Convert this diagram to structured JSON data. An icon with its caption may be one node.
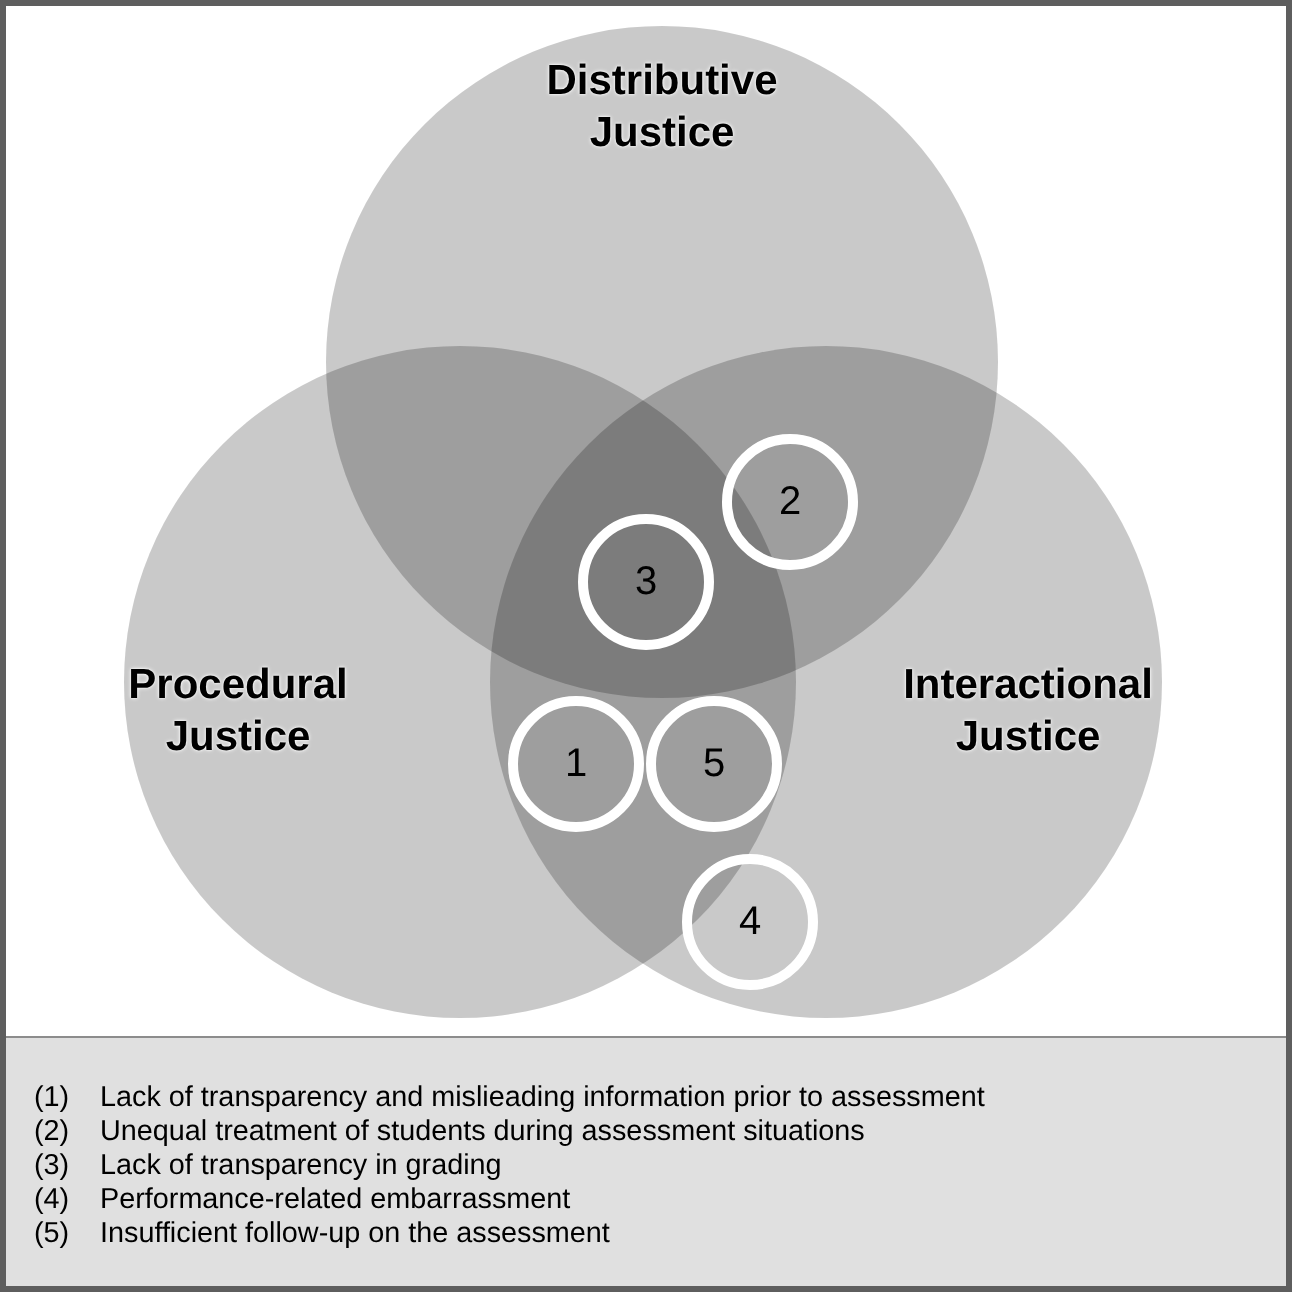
{
  "diagram": {
    "nodes": [
      {
        "text": [
          "Distributive Justice"
        ]
      },
      {
        "text": [
          "Procedural Justice"
        ]
      },
      {
        "text": [
          "Interactional Justice"
        ]
      },
      {
        "text": [
          "2"
        ]
      },
      {
        "text": [
          "3"
        ]
      },
      {
        "text": [
          "1"
        ]
      },
      {
        "text": [
          "5"
        ]
      },
      {
        "text": [
          "4"
        ],
        "in": 2
      },
      {
        "text": [
          "(1)",
          "Lack of transparency and mislieading information prior to assessment",
          "(2)",
          "Unequal treatment of students during assessment situations",
          "(3)",
          "Lack of transparency in grading",
          "(4)",
          "Performance-related embarrassment",
          "(5)",
          "Insufficient follow-up on the assessment"
        ]
      }
    ]
  }
}
